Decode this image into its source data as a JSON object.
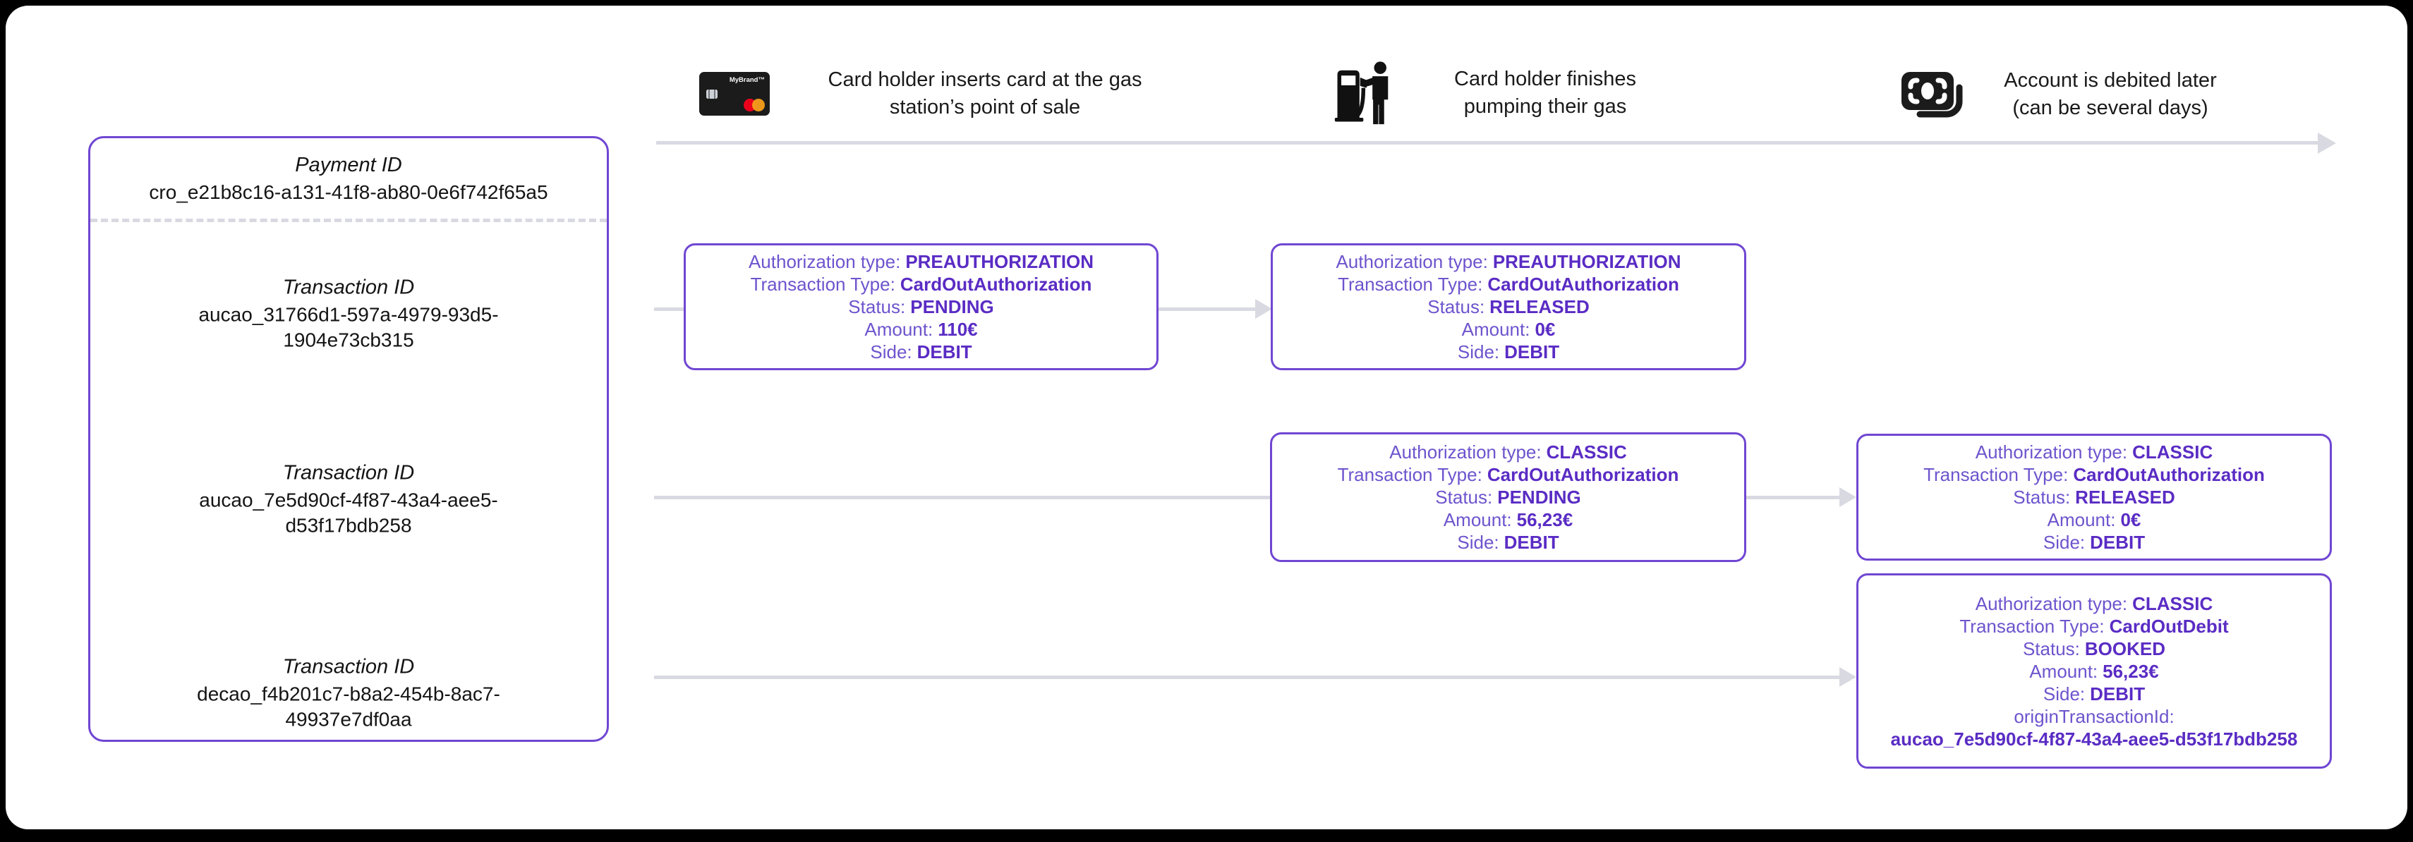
{
  "header": {
    "card_label": "MyBrand™",
    "steps": [
      {
        "icon": "credit-card-icon",
        "caption": "Card holder inserts card at the gas station’s point of sale"
      },
      {
        "icon": "gas-pump-icon",
        "caption": "Card holder finishes pumping their gas"
      },
      {
        "icon": "banknote-icon",
        "caption": "Account is debited later (can be several days)"
      }
    ]
  },
  "payment_panel": {
    "payment_label": "Payment ID",
    "payment_id": "cro_e21b8c16-a131-41f8-ab80-0e6f742f65a5",
    "transactions": [
      {
        "label": "Transaction ID",
        "id": "aucao_31766d1-597a-4979-93d5-1904e73cb315"
      },
      {
        "label": "Transaction ID",
        "id": "aucao_7e5d90cf-4f87-43a4-aee5-d53f17bdb258"
      },
      {
        "label": "Transaction ID",
        "id": "decao_f4b201c7-b8a2-454b-8ac7-49937e7df0aa"
      }
    ]
  },
  "cards": [
    {
      "fields": [
        {
          "label": "Authorization type:",
          "value": "PREAUTHORIZATION"
        },
        {
          "label": "Transaction Type:",
          "value": "CardOutAuthorization"
        },
        {
          "label": "Status:",
          "value": "PENDING"
        },
        {
          "label": "Amount:",
          "value": "110€"
        },
        {
          "label": "Side:",
          "value": "DEBIT"
        }
      ]
    },
    {
      "fields": [
        {
          "label": "Authorization type:",
          "value": "PREAUTHORIZATION"
        },
        {
          "label": "Transaction Type:",
          "value": "CardOutAuthorization"
        },
        {
          "label": "Status:",
          "value": "RELEASED"
        },
        {
          "label": "Amount:",
          "value": "0€"
        },
        {
          "label": "Side:",
          "value": "DEBIT"
        }
      ]
    },
    {
      "fields": [
        {
          "label": "Authorization type:",
          "value": "CLASSIC"
        },
        {
          "label": "Transaction Type:",
          "value": "CardOutAuthorization"
        },
        {
          "label": "Status:",
          "value": "PENDING"
        },
        {
          "label": "Amount:",
          "value": "56,23€"
        },
        {
          "label": "Side:",
          "value": "DEBIT"
        }
      ]
    },
    {
      "fields": [
        {
          "label": "Authorization type:",
          "value": "CLASSIC"
        },
        {
          "label": "Transaction Type:",
          "value": "CardOutAuthorization"
        },
        {
          "label": "Status:",
          "value": "RELEASED"
        },
        {
          "label": "Amount:",
          "value": "0€"
        },
        {
          "label": "Side:",
          "value": "DEBIT"
        }
      ]
    },
    {
      "fields": [
        {
          "label": "Authorization type:",
          "value": "CLASSIC"
        },
        {
          "label": "Transaction Type:",
          "value": "CardOutDebit"
        },
        {
          "label": "Status:",
          "value": "BOOKED"
        },
        {
          "label": "Amount:",
          "value": "56,23€"
        },
        {
          "label": "Side:",
          "value": "DEBIT"
        },
        {
          "label": "originTransactionId:",
          "value": "aucao_7e5d90cf-4f87-43a4-aee5-d53f17bdb258"
        }
      ]
    }
  ],
  "colors": {
    "purple_border": "#7046d2",
    "purple_label": "#6e54cd",
    "purple_value": "#5a2cc4",
    "connector_gray": "#d9d9e2",
    "text_dark": "#1a1a1a",
    "mastercard_red": "#eb001b",
    "mastercard_orange": "#f79e1b"
  }
}
